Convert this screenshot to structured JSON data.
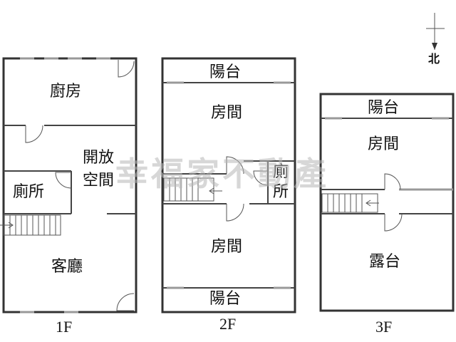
{
  "floors": [
    {
      "label": "1F",
      "rooms": [
        "廚房",
        "開放",
        "空間",
        "廁所",
        "客廳"
      ]
    },
    {
      "label": "2F",
      "rooms": [
        "陽台",
        "房間",
        "廁",
        "所",
        "房間",
        "陽台"
      ]
    },
    {
      "label": "3F",
      "rooms": [
        "陽台",
        "房間",
        "露台"
      ]
    }
  ],
  "compass": {
    "label": "北"
  },
  "watermark": "幸福家不動產"
}
